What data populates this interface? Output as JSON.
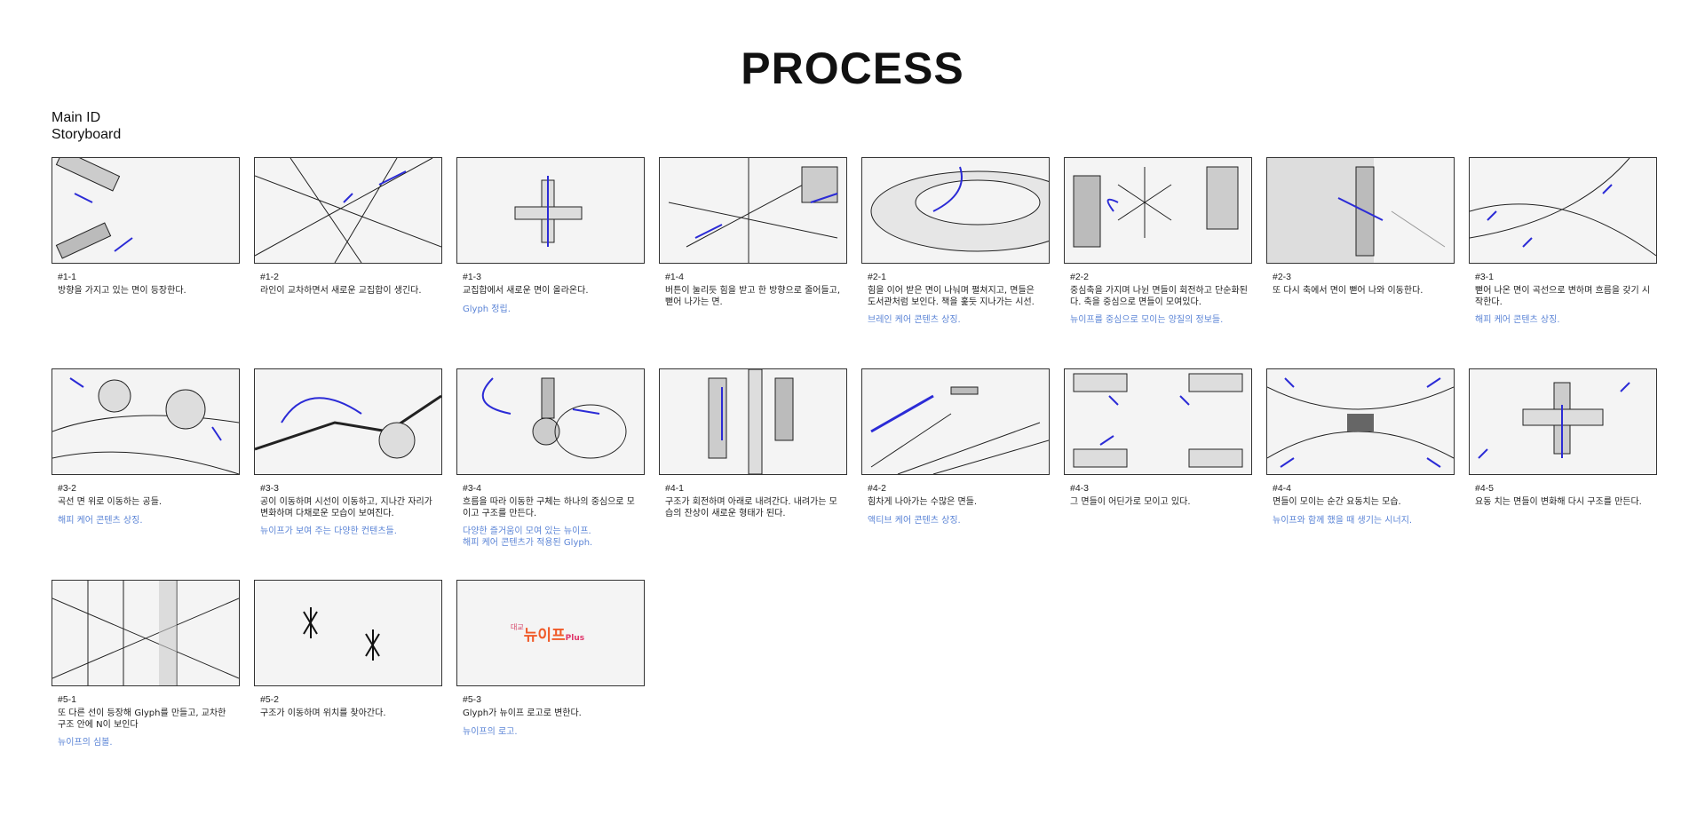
{
  "header": {
    "title": "PROCESS",
    "subtitle_line1": "Main ID",
    "subtitle_line2": "Storyboard"
  },
  "accent_colors": {
    "note": "#5b84d6",
    "sketch_arrow": "#2b2bd6"
  },
  "frames": [
    {
      "code": "#1-1",
      "desc": "방향을 가지고 있는 면이 등장한다.",
      "note": ""
    },
    {
      "code": "#1-2",
      "desc": "라인이 교차하면서 새로운 교집합이 생긴다.",
      "note": ""
    },
    {
      "code": "#1-3",
      "desc": "교집합에서 새로운 면이 올라온다.",
      "note": "Glyph 정립."
    },
    {
      "code": "#1-4",
      "desc": "버튼이 눌리듯 힘을 받고 한 방향으로 줄어들고, 뻗어 나가는 면.",
      "note": ""
    },
    {
      "code": "#2-1",
      "desc": "힘을 이어 받은 면이 나눠며 펼쳐지고, 면들은 도서관처럼 보인다. 책을 훑듯 지나가는 시선.",
      "note": "브레인 케어 콘텐츠 상징."
    },
    {
      "code": "#2-2",
      "desc": "중심축을 가지며 나뉜 면들이 회전하고 단순화된다. 축을 중심으로 면들이 모여있다.",
      "note": "뉴이프를 중심으로 모이는 양질의 정보들."
    },
    {
      "code": "#2-3",
      "desc": "또 다시 축에서 면이 뻗어 나와 이동한다.",
      "note": ""
    },
    {
      "code": "#3-1",
      "desc": "뻗어 나온 면이 곡선으로 변하며 흐름을 갖기 시작한다.",
      "note": "해피 케어 콘텐츠 상징."
    },
    {
      "code": "#3-2",
      "desc": "곡선 면 위로 이동하는 공들.",
      "note": "해피 케어 콘텐츠 상징."
    },
    {
      "code": "#3-3",
      "desc": "공이 이동하며 시선이 이동하고, 지나간 자리가 변화하며 다채로운 모습이 보여진다.",
      "note": "뉴이프가 보여 주는 다양한 컨텐츠들."
    },
    {
      "code": "#3-4",
      "desc": "흐름을 따라 이동한 구체는 하나의 중심으로 모이고 구조를 만든다.",
      "note": "다양한 즐거움이 모여 있는 뉴이프.\n해피 케어 콘텐츠가 적용된 Glyph."
    },
    {
      "code": "#4-1",
      "desc": "구조가 회전하며 아래로 내려간다. 내려가는 모습의 잔상이 새로운 형태가 된다.",
      "note": ""
    },
    {
      "code": "#4-2",
      "desc": "힘차게 나아가는 수많은 면들.",
      "note": "액티브 케어 콘텐츠 상징."
    },
    {
      "code": "#4-3",
      "desc": "그 면들이 어딘가로 모이고 있다.",
      "note": ""
    },
    {
      "code": "#4-4",
      "desc": "면들이 모이는 순간 요동치는 모습.",
      "note": "뉴이프와 함께 했을 때 생기는 시너지."
    },
    {
      "code": "#4-5",
      "desc": "요동 치는 면들이 변화해 다시 구조를 만든다.",
      "note": ""
    },
    {
      "code": "#5-1",
      "desc": "또 다른 선이 등장해 Glyph를 만들고, 교차한 구조 안에 N이 보인다",
      "note": "뉴이프의 심볼."
    },
    {
      "code": "#5-2",
      "desc": "구조가 이동하며 위치를 찾아간다.",
      "note": ""
    },
    {
      "code": "#5-3",
      "desc": "Glyph가 뉴이프 로고로 변한다.",
      "note": "뉴이프의 로고.",
      "logo": {
        "small": "대교",
        "big": "뉴이프",
        "plus": "Plus"
      }
    }
  ]
}
